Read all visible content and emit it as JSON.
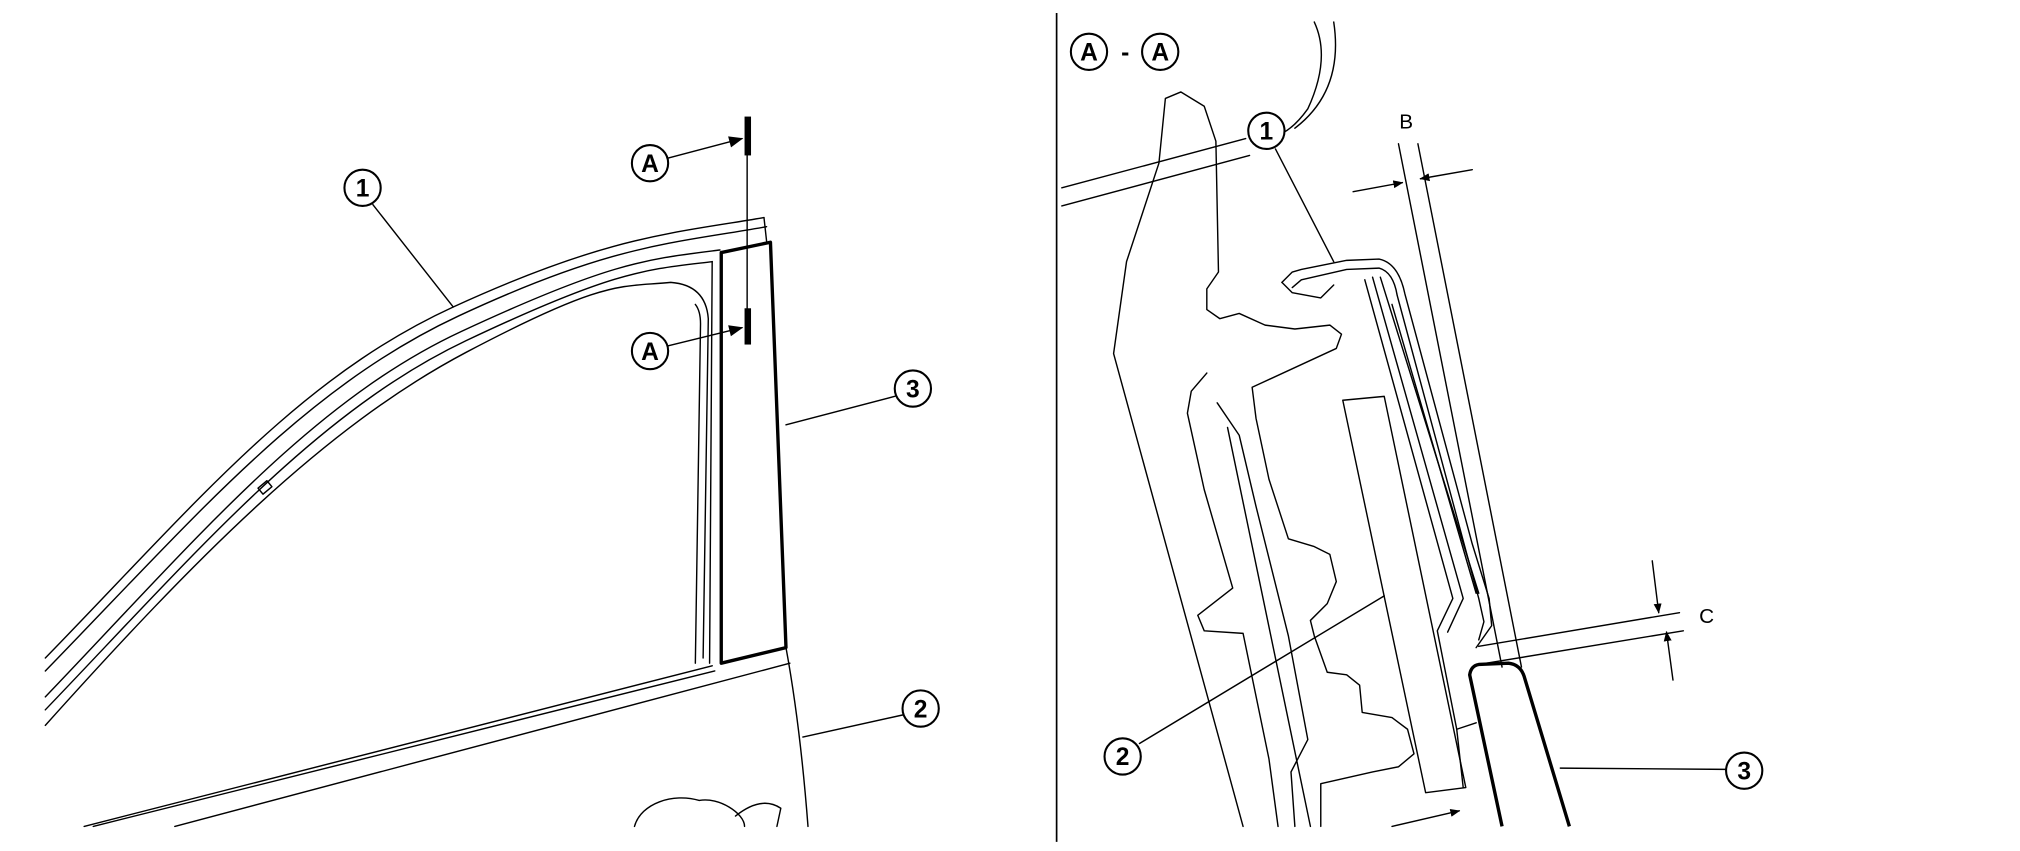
{
  "left_view": {
    "callouts": {
      "roof_molding": "1",
      "door_panel": "2",
      "pillar_finisher": "3"
    },
    "section_marker_top": "A",
    "section_marker_bottom": "A"
  },
  "section_view": {
    "title_left": "A",
    "title_sep": "-",
    "title_right": "A",
    "callouts": {
      "roof_molding": "1",
      "door_panel": "2",
      "pillar_finisher": "3"
    },
    "dimension_b": "B",
    "dimension_c": "C"
  }
}
